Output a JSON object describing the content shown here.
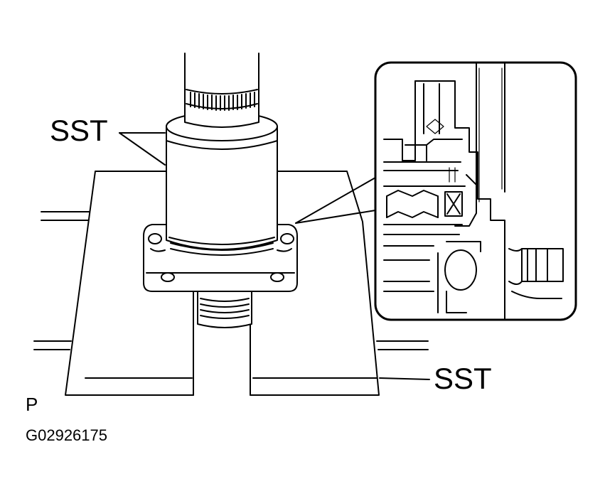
{
  "labels": {
    "sst_top": "SST",
    "sst_right": "SST",
    "view_marker": "P",
    "figure_code": "G02926175"
  },
  "colors": {
    "line": "#000000",
    "paper": "#ffffff"
  }
}
